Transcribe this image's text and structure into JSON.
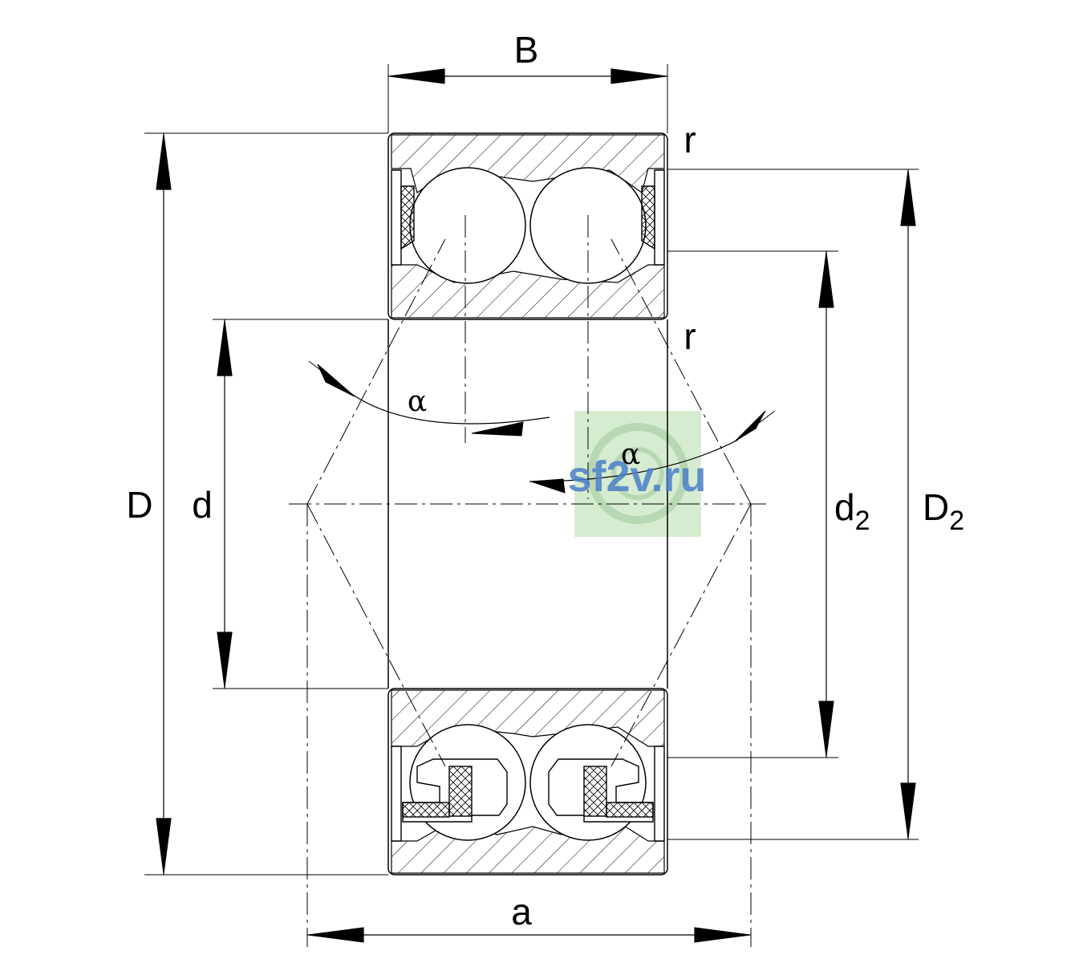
{
  "labels": {
    "width": "B",
    "outer_diameter": "D",
    "bore_diameter": "d",
    "inner_shoulder": "d",
    "inner_shoulder_sub": "2",
    "outer_shoulder": "D",
    "outer_shoulder_sub": "2",
    "pressure_distance": "a",
    "radius_top": "r",
    "radius_bottom": "r",
    "contact_angle_left": "α",
    "contact_angle_right": "α"
  },
  "watermark": {
    "text": "sf2v.ru",
    "bg_color": "#d6ecd0",
    "text_color": "#4a7fc8"
  },
  "colors": {
    "line": "#000000",
    "background": "#ffffff"
  }
}
